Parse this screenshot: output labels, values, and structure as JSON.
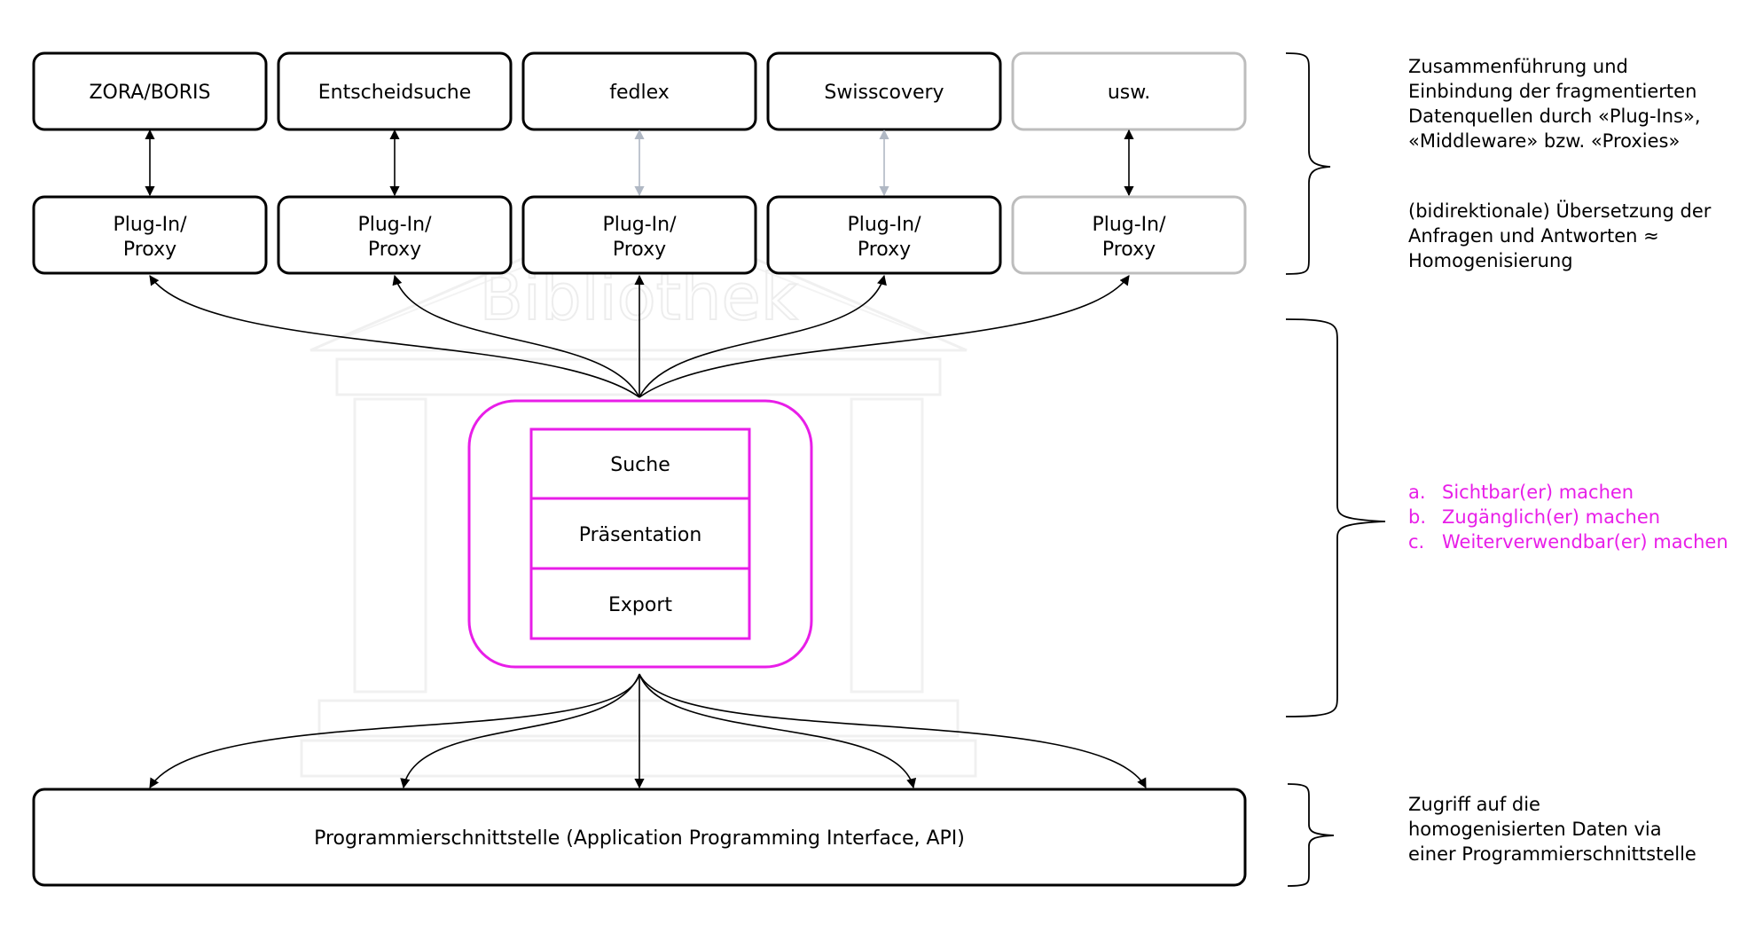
{
  "sources": [
    {
      "label": "ZORA/BORIS"
    },
    {
      "label": "Entscheidsuche"
    },
    {
      "label": "fedlex"
    },
    {
      "label": "Swisscovery"
    },
    {
      "label": "usw."
    }
  ],
  "proxies": [
    {
      "line1": "Plug-In/",
      "line2": "Proxy"
    },
    {
      "line1": "Plug-In/",
      "line2": "Proxy"
    },
    {
      "line1": "Plug-In/",
      "line2": "Proxy"
    },
    {
      "line1": "Plug-In/",
      "line2": "Proxy"
    },
    {
      "line1": "Plug-In/",
      "line2": "Proxy"
    }
  ],
  "center": {
    "modules": [
      "Suche",
      "Präsentation",
      "Export"
    ]
  },
  "api": {
    "label": "Programmierschnittstelle (Application Programming Interface, API)"
  },
  "watermark": "Bibliothek",
  "notes": {
    "top": [
      "Zusammenführung und",
      "Einbindung der fragmentierten",
      "Datenquellen durch «Plug-Ins»,",
      "«Middleware» bzw. «Proxies»"
    ],
    "top2": [
      "(bidirektionale) Übersetzung der",
      "Anfragen und Antworten ≈",
      "Homogenisierung"
    ],
    "middle": [
      {
        "marker": "a.",
        "text": "Sichtbar(er) machen"
      },
      {
        "marker": "b.",
        "text": "Zugänglich(er) machen"
      },
      {
        "marker": "c.",
        "text": "Weiterverwendbar(er) machen"
      }
    ],
    "bottom": [
      "Zugriff auf die",
      "homogenisierten Daten via",
      "einer Programmierschnittstelle"
    ]
  },
  "colors": {
    "accent": "#e81ee8",
    "muted": "#bdbdbd",
    "line": "#000000"
  }
}
